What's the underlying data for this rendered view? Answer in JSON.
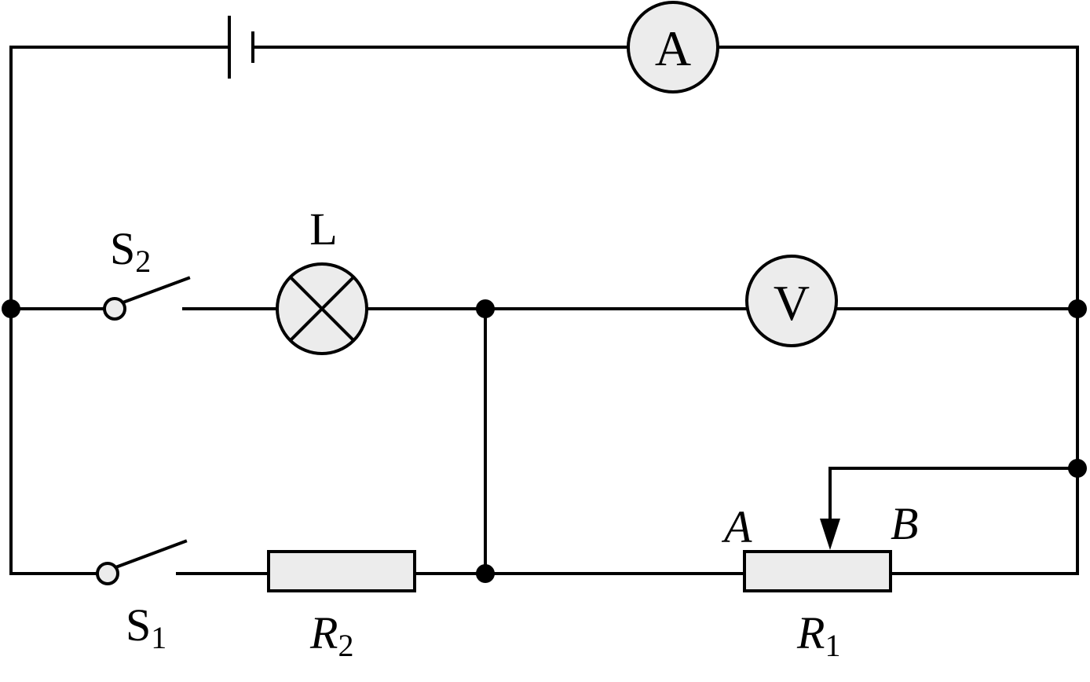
{
  "labels": {
    "ammeter": "A",
    "voltmeter": "V",
    "lamp": "L",
    "switch2": {
      "main": "S",
      "sub": "2"
    },
    "switch1": {
      "main": "S",
      "sub": "1"
    },
    "resistor2": {
      "main": "R",
      "sub": "2"
    },
    "resistor1": {
      "main": "R",
      "sub": "1"
    },
    "rheostat_end_a": "A",
    "rheostat_end_b": "B"
  },
  "colors": {
    "wire": "#000000",
    "component_fill": "#ececec"
  },
  "icons": [
    "battery-icon",
    "ammeter-icon",
    "voltmeter-icon",
    "lamp-icon",
    "switch-icon",
    "resistor-icon",
    "rheostat-icon"
  ]
}
